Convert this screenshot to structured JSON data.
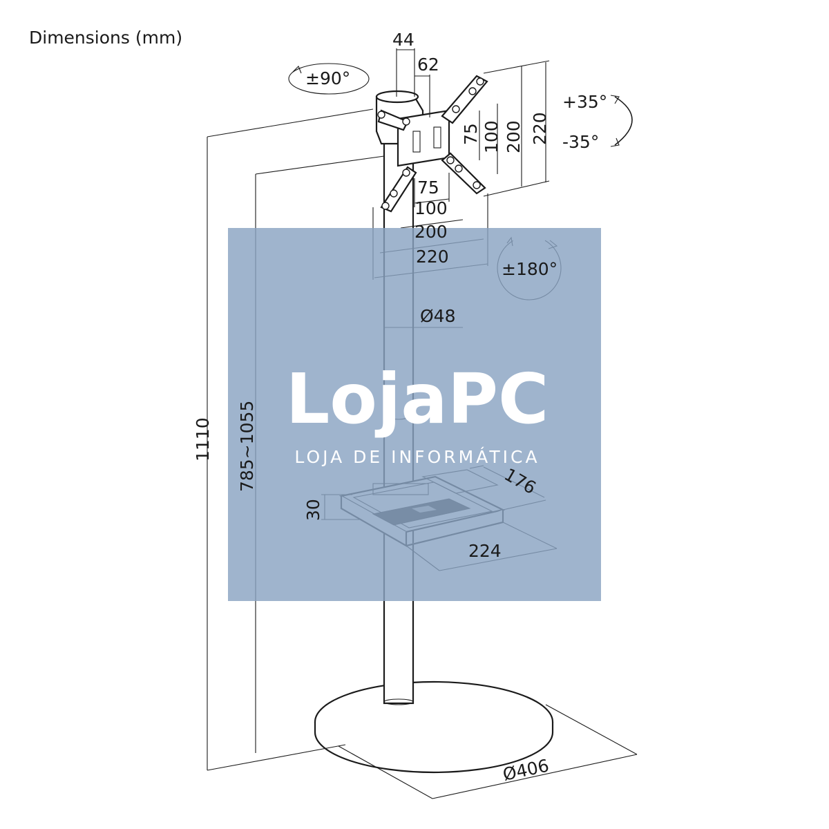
{
  "title": "Dimensions (mm)",
  "dimensions": {
    "clamp_depth": "44",
    "clamp_offset": "62",
    "swivel": "±90°",
    "tilt_up": "+35°",
    "tilt_down": "-35°",
    "vesa_v_75": "75",
    "vesa_v_100": "100",
    "vesa_v_200": "200",
    "vesa_v_220": "220",
    "vesa_h_75": "75",
    "vesa_h_100": "100",
    "vesa_h_200": "200",
    "vesa_h_220": "220",
    "rotation": "±180°",
    "pole_diameter": "Ø48",
    "total_height": "1110",
    "adjustable_height": "785~1055",
    "tray_height": "30",
    "tray_depth": "176",
    "tray_width": "224",
    "base_diameter": "Ø406"
  },
  "watermark": {
    "brand": "LojaPC",
    "tagline": "LOJA DE INFORMÁTICA",
    "color": "#8aa3c2"
  }
}
